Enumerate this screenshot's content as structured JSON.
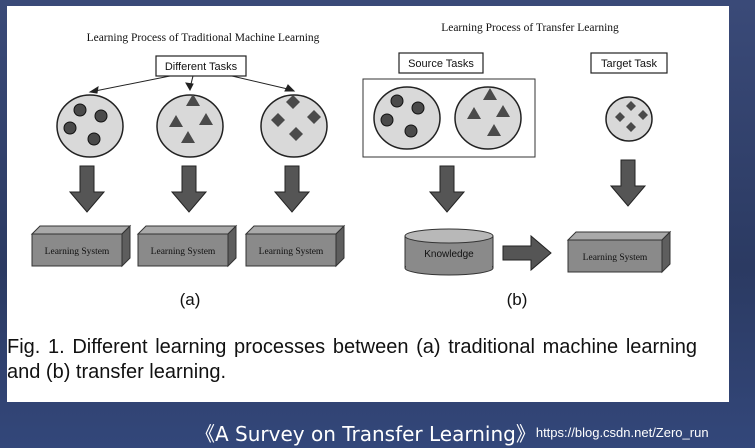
{
  "figure": {
    "panel_a": {
      "title": "Learning Process of Traditional Machine Learning",
      "tasks_label": "Different Tasks",
      "systems": [
        "Learning System",
        "Learning System",
        "Learning System"
      ],
      "label": "(a)"
    },
    "panel_b": {
      "title": "Learning Process of Transfer Learning",
      "source_label": "Source Tasks",
      "target_label": "Target Task",
      "knowledge_label": "Knowledge",
      "system_label": "Learning System",
      "label": "(b)"
    },
    "caption": "Fig. 1. Different learning processes between (a) traditional machine learning and (b) transfer learning."
  },
  "footer": {
    "title": "《A Survey on Transfer Learning》",
    "url": "https://blog.csdn.net/Zero_run"
  },
  "colors": {
    "shape_fill": "#4a4a4a",
    "circle_fill": "#d9d9d9",
    "box_front": "#8a8a8a",
    "box_top": "#a9a9a9",
    "box_side": "#5e5e5e",
    "arrow": "#555555"
  }
}
